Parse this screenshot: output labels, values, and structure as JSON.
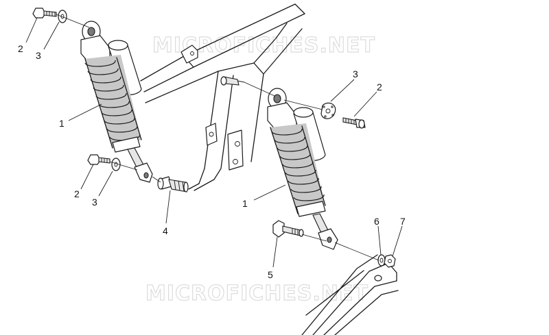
{
  "watermark": {
    "text": "MICROFICHES.NET"
  },
  "callouts": {
    "left_shock": "1",
    "right_shock": "1",
    "top_left_screw": "2",
    "top_left_washer": "3",
    "lower_left_screw": "2",
    "lower_left_washer": "3",
    "right_washer": "3",
    "right_screw": "2",
    "mounting_pin": "4",
    "lower_bolt": "5",
    "washer_6": "6",
    "nut_7": "7"
  }
}
